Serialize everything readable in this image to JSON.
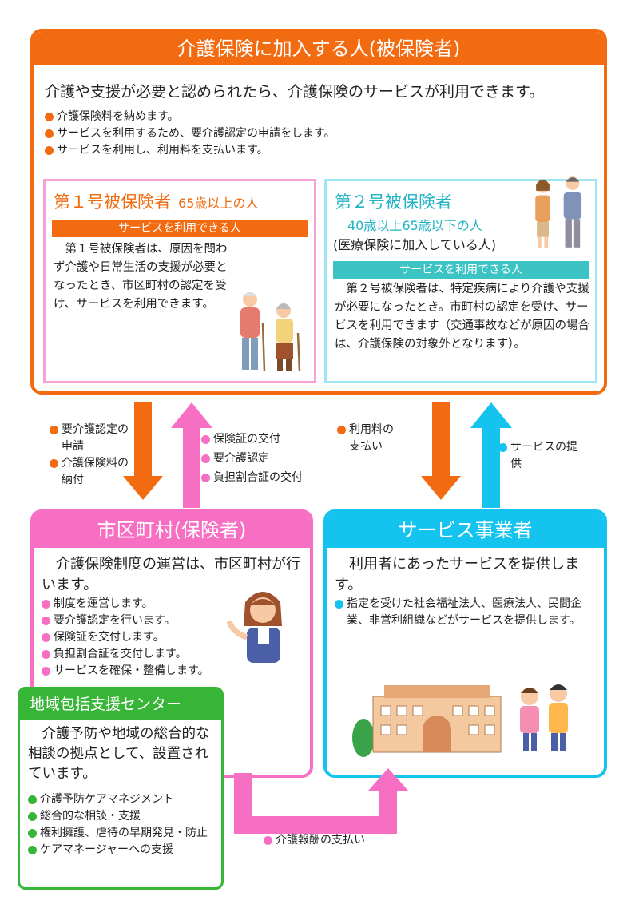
{
  "insured": {
    "title": "介護保険に加入する人(被保険者)",
    "lead": "介護や支援が必要と認められたら、介護保険のサービスが利用できます。",
    "bullets": [
      "介護保険料を納めます。",
      "サービスを利用するため、要介護認定の申請をします。",
      "サービスを利用し、利用料を支払います。"
    ],
    "first": {
      "title": "第１号被保険者",
      "age": "65歳以上の人",
      "band": "サービスを利用できる人",
      "body": "　第１号被保険者は、原因を問わず介護や日常生活の支援が必要となったとき、市区町村の認定を受け、サービスを利用できます。"
    },
    "second": {
      "title": "第２号被保険者",
      "age": "40歳以上65歳以下の人",
      "note": "(医療保険に加入している人)",
      "band": "サービスを利用できる人",
      "body": "　第２号被保険者は、特定疾病により介護や支援が必要になったとき。市町村の認定を受け、サービスを利用できます（交通事故などが原因の場合は、介護保険の対象外となります）。"
    }
  },
  "flows": {
    "to_municipality": [
      "要介護認定の申請",
      "介護保険料の納付"
    ],
    "from_municipality": [
      "保険証の交付",
      "要介護認定",
      "負担割合証の交付"
    ],
    "to_provider": [
      "利用料の支払い"
    ],
    "from_provider": [
      "サービスの提供"
    ],
    "reward": "介護報酬の支払い"
  },
  "municipality": {
    "title": "市区町村(保険者)",
    "lead": "　介護保険制度の運営は、市区町村が行います。",
    "bullets": [
      "制度を運営します。",
      "要介護認定を行います。",
      "保険証を交付します。",
      "負担割合証を交付します。",
      "サービスを確保・整備します。"
    ]
  },
  "provider": {
    "title": "サービス事業者",
    "lead": "　利用者にあったサービスを提供します。",
    "bullets": [
      "指定を受けた社会福祉法人、医療法人、民間企業、非営利組織などがサービスを提供します。"
    ]
  },
  "center": {
    "title": "地域包括支援センター",
    "lead": "　介護予防や地域の総合的な相談の拠点として、設置されています。",
    "bullets": [
      "介護予防ケアマネジメント",
      "総合的な相談・支援",
      "権利擁護、虐待の早期発見・防止",
      "ケアマネージャーへの支援"
    ]
  },
  "colors": {
    "orange": "#f26b10",
    "pink": "#f76fc3",
    "cyan": "#14c3ee",
    "green": "#36b536",
    "teal": "#3cc4c4"
  }
}
